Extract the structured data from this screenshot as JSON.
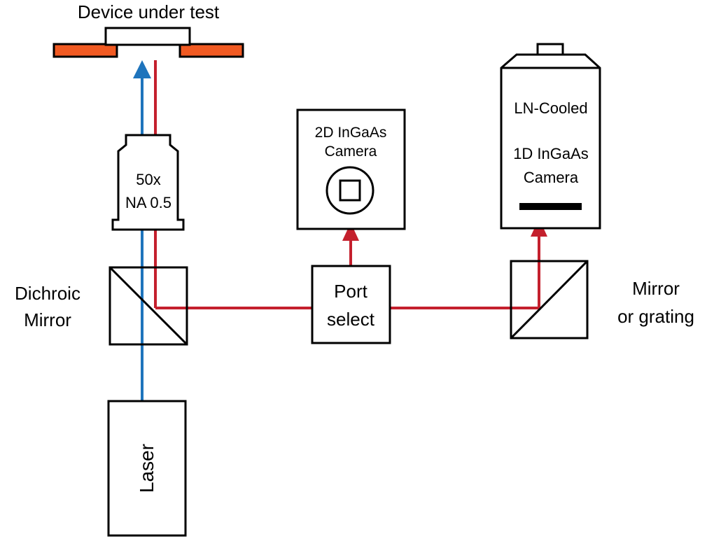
{
  "colors": {
    "laser_beam": "#1E74BC",
    "signal_beam": "#C4202D",
    "sample_stage": "#F15A22",
    "outline": "#000000"
  },
  "labels": {
    "device_under_test": "Device under test",
    "objective_line1": "50x",
    "objective_line2": "NA 0.5",
    "dichroic_line1": "Dichroic",
    "dichroic_line2": "Mirror",
    "laser": "Laser",
    "port_line1": "Port",
    "port_line2": "select",
    "camera2d_line1": "2D InGaAs",
    "camera2d_line2": "Camera",
    "camera1d_line1": "LN-Cooled",
    "camera1d_line2": "1D InGaAs",
    "camera1d_line3": "Camera",
    "mirror_line1": "Mirror",
    "mirror_line2": "or grating"
  }
}
